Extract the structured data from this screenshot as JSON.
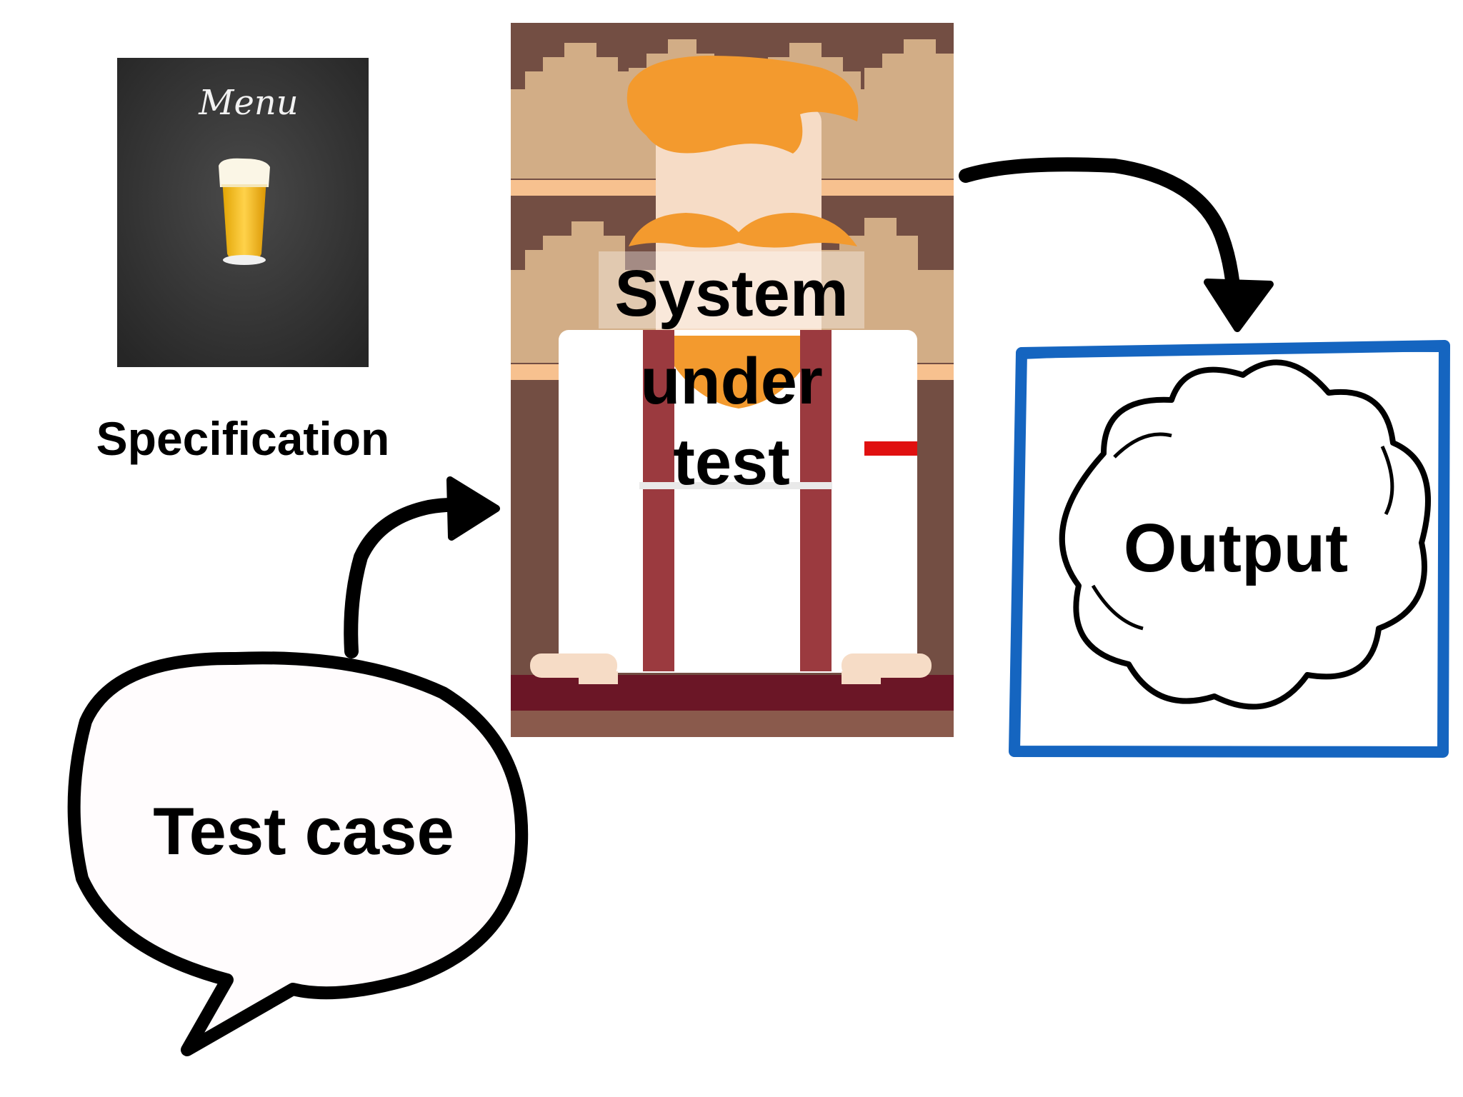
{
  "menu_card": {
    "title": "Menu",
    "icon": "beer-glass-icon"
  },
  "labels": {
    "specification": "Specification",
    "system_under_test": [
      "System",
      "under",
      "test"
    ],
    "output": "Output",
    "test_case": "Test case"
  },
  "colors": {
    "chalkboard": "#3a3a3a",
    "output_frame": "#1565c0",
    "hair": "#f39a2e",
    "wall_brown": "#734e43",
    "wall_tan": "#d2ad86",
    "suspenders": "#9b3a3f"
  }
}
